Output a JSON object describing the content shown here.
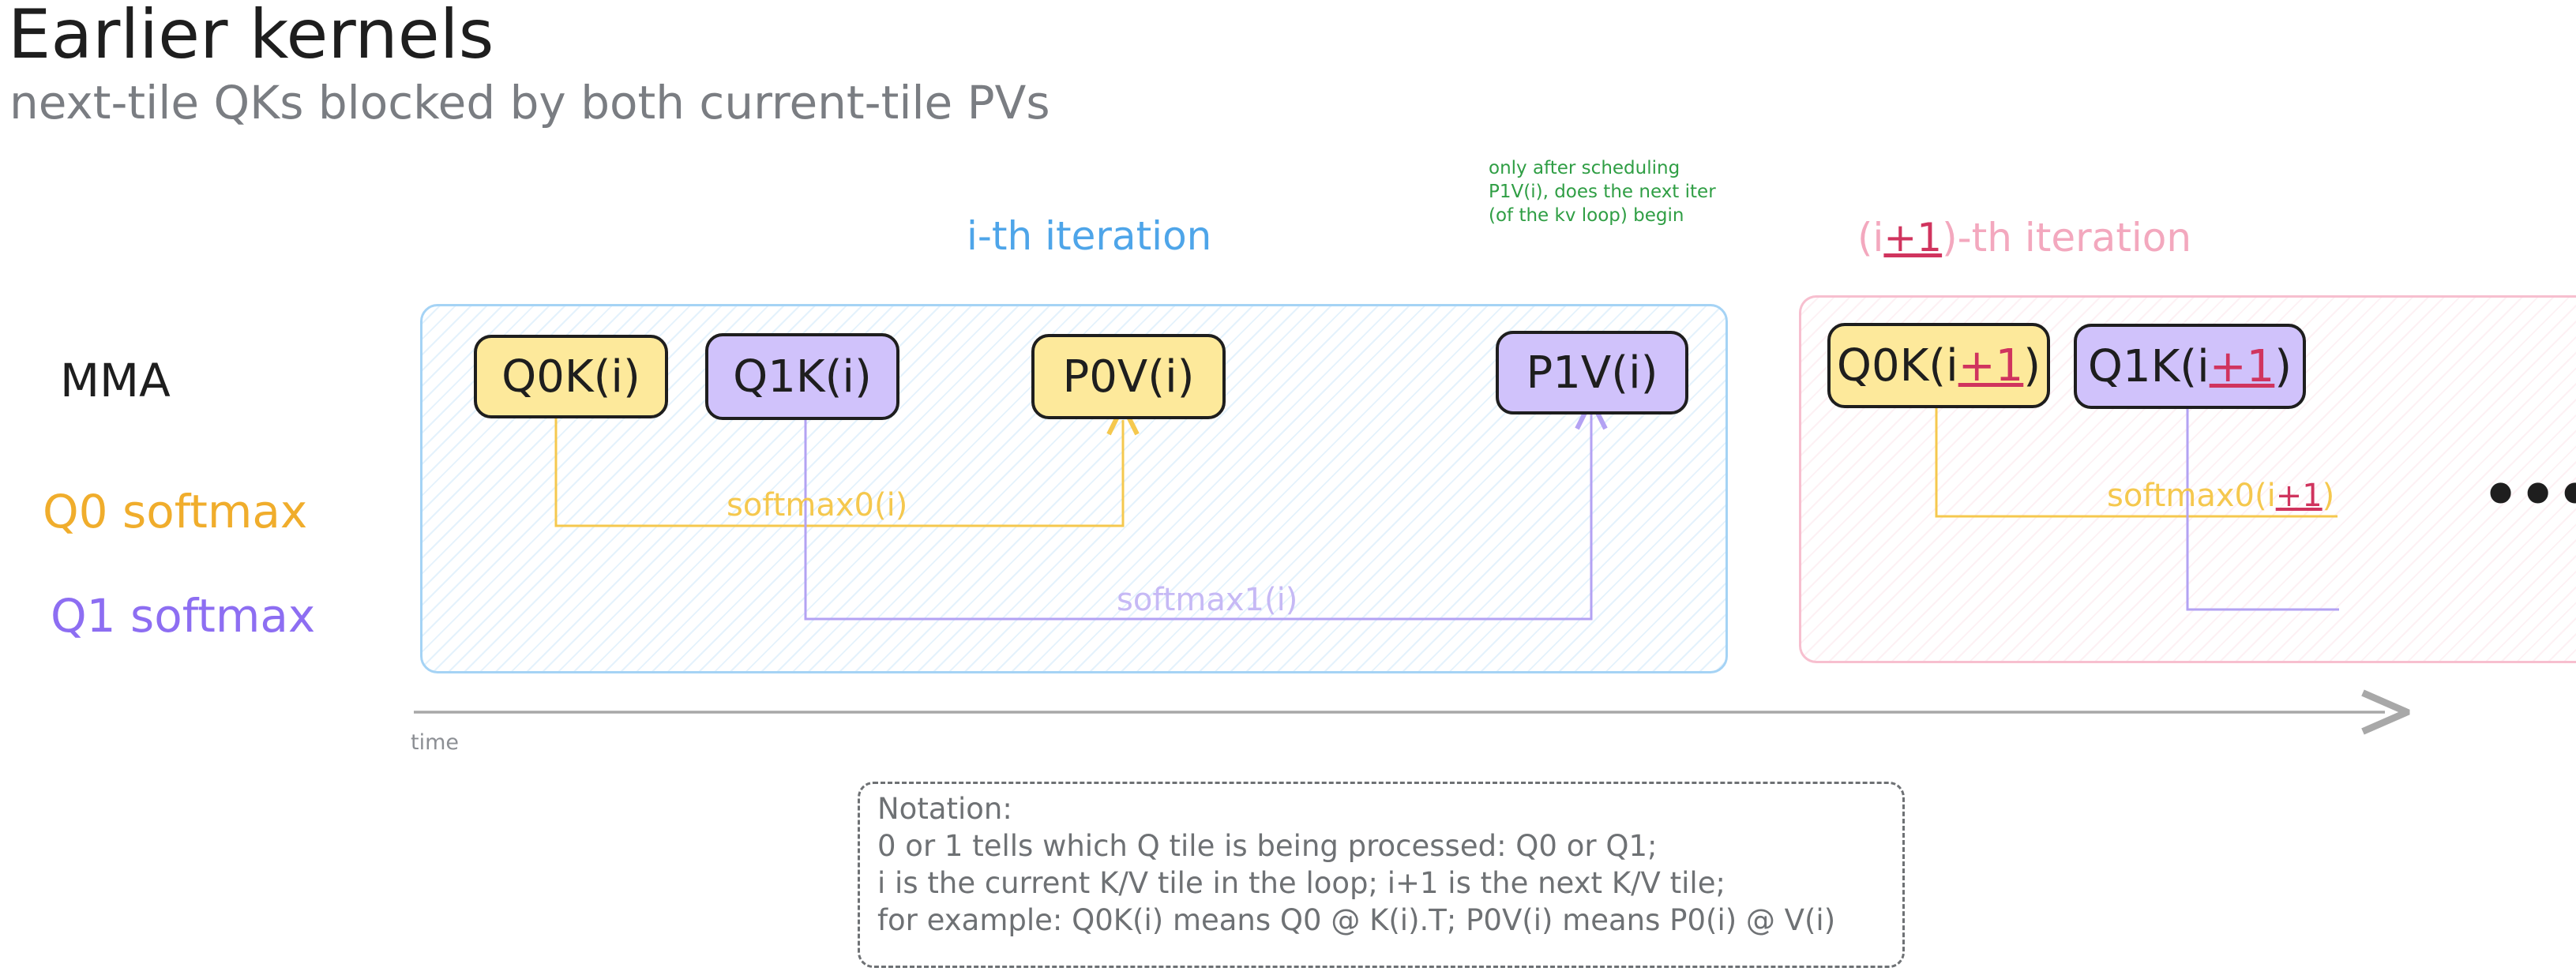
{
  "title": "Earlier kernels",
  "subtitle": "next-tile QKs blocked by both current-tile PVs",
  "iterations": {
    "current": "i-th iteration",
    "next_open": "(i",
    "next_plus": "+1",
    "next_close": ")-th iteration"
  },
  "note": {
    "line1": "only after scheduling",
    "line2": "P1V(i), does the next iter",
    "line3": "(of the kv loop) begin"
  },
  "rows": {
    "mma": "MMA",
    "q0_softmax": "Q0 softmax",
    "q1_softmax": "Q1 softmax"
  },
  "nodes": {
    "q0k_i": "Q0K(i)",
    "q1k_i": "Q1K(i)",
    "p0v_i": "P0V(i)",
    "p1v_i": "P1V(i)",
    "q0k_next_prefix": "Q0K(i",
    "q1k_next_prefix": "Q1K(i",
    "plus1": "+1",
    "close_paren": ")"
  },
  "edges": {
    "softmax0_i": "softmax0(i)",
    "softmax1_i": "softmax1(i)",
    "softmax0_next_prefix": "softmax0(i",
    "softmax0_next_plus": "+1",
    "softmax0_next_close": ")"
  },
  "ellipsis": "•••",
  "time_label": "time",
  "notation": {
    "header": "Notation:",
    "line1": "0 or 1 tells which Q tile is being processed: Q0 or Q1;",
    "line2": "i is the current K/V tile in the loop; i+1 is the next K/V tile;",
    "line3": "for example: Q0K(i) means Q0 @ K(i).T; P0V(i) means P0(i) @ V(i)"
  },
  "colors": {
    "q0": "#f0ad2c",
    "q1": "#8d6ef2",
    "yellow_fill": "#fde99b",
    "purple_fill": "#d0c2fb",
    "blue_frame": "#a5d3f5",
    "pink_frame": "#f7bfcf",
    "highlight": "#d0345e",
    "note_green": "#2f9e44"
  }
}
